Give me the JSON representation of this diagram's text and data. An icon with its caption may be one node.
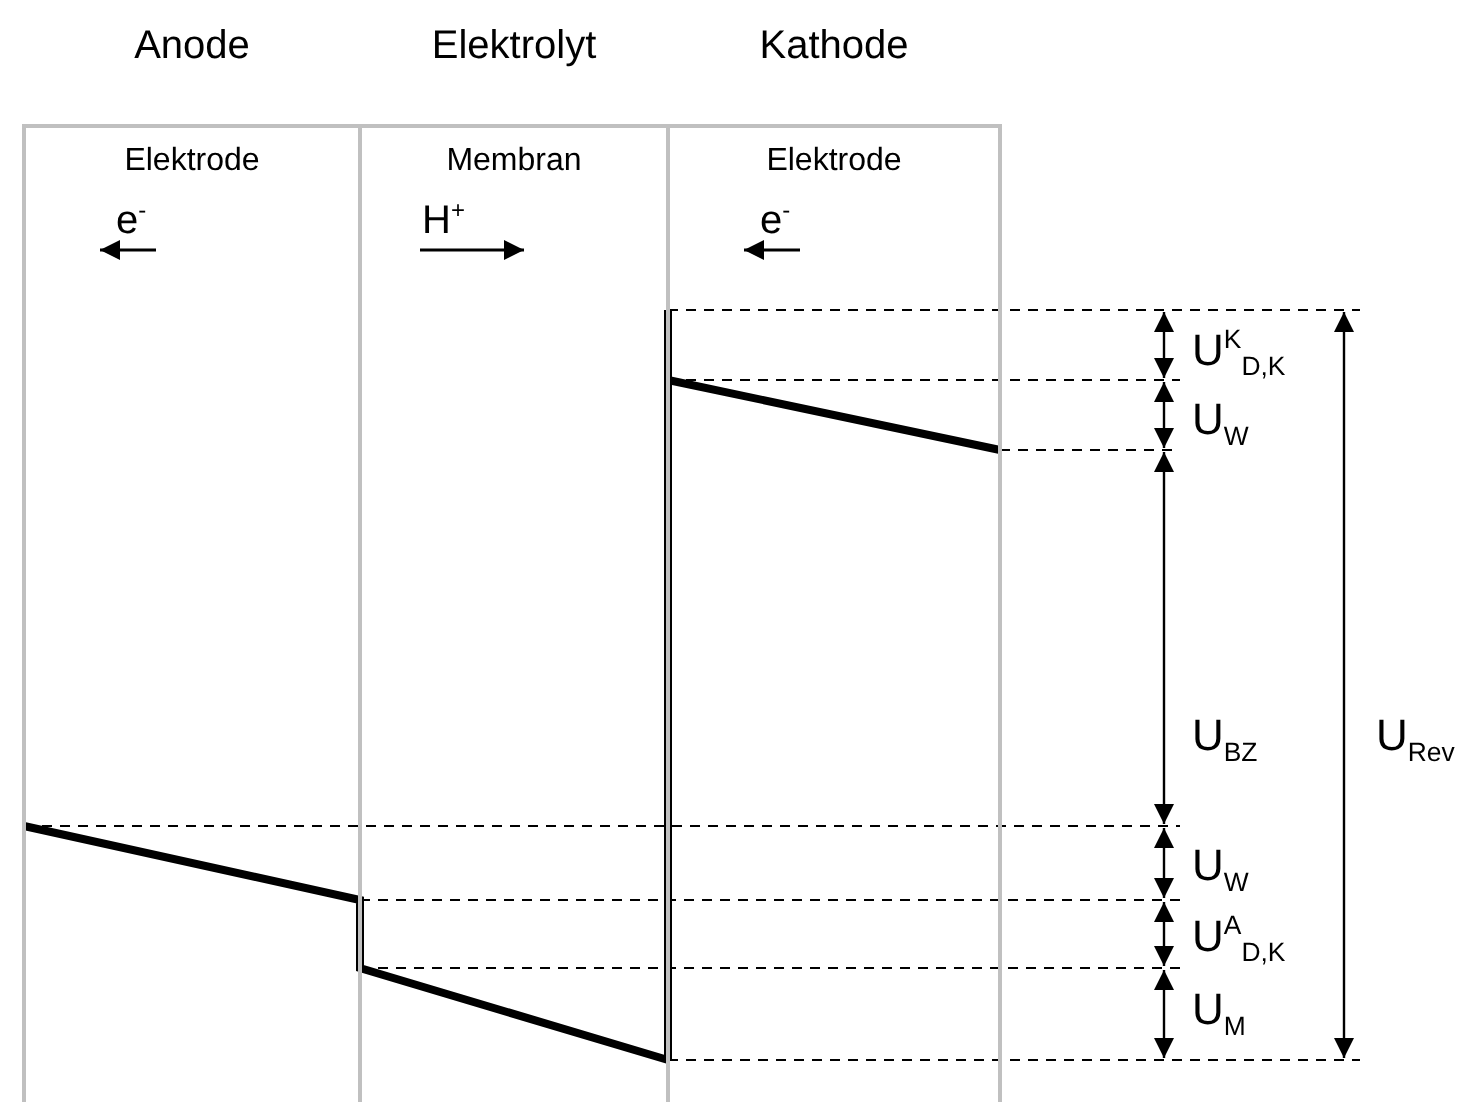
{
  "diagram": {
    "nodes": [
      {
        "text": [
          "Anode",
          "Elektrode"
        ]
      },
      {
        "text": [
          "Elektrolyt",
          "Membran"
        ]
      },
      {
        "text": [
          "Kathode",
          "Elektrode"
        ]
      }
    ],
    "labels": [
      "e$^{-}$",
      "H$^{+}$",
      "e$^{-}$",
      "U$^{K}$$_{D,K}$",
      "U$_{W}$",
      "U$_{BZ}$",
      "U$_{Rev}$",
      "U$_{W}$",
      "U$^{A}$$_{D,K}$",
      "U$_{M}$"
    ]
  }
}
